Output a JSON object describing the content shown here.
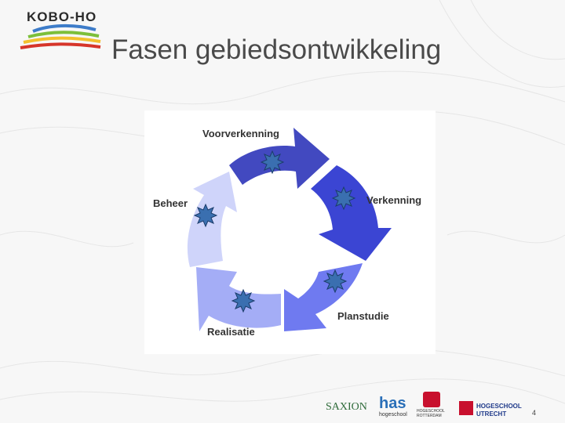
{
  "header": {
    "logo_text": "KOBO-HO",
    "title": "Fasen gebiedsontwikkeling"
  },
  "diagram": {
    "phases": [
      {
        "label": "Voorverkenning",
        "color": "#4249c0"
      },
      {
        "label": "Verkenning",
        "color": "#3b45d3"
      },
      {
        "label": "Planstudie",
        "color": "#6f7af0"
      },
      {
        "label": "Realisatie",
        "color": "#a4adf6"
      },
      {
        "label": "Beheer",
        "color": "#cfd4fa"
      }
    ],
    "marker_color": "#3a6fb0",
    "markers": 5
  },
  "footer": {
    "sponsors": {
      "saxion": "SAXION",
      "has_main": "has",
      "has_sub": "hogeschool",
      "rotterdam": "HOGESCHOOL ROTTERDAM",
      "utrecht_line1": "HOGESCHOOL",
      "utrecht_line2": "UTRECHT"
    },
    "page_number": "4"
  }
}
